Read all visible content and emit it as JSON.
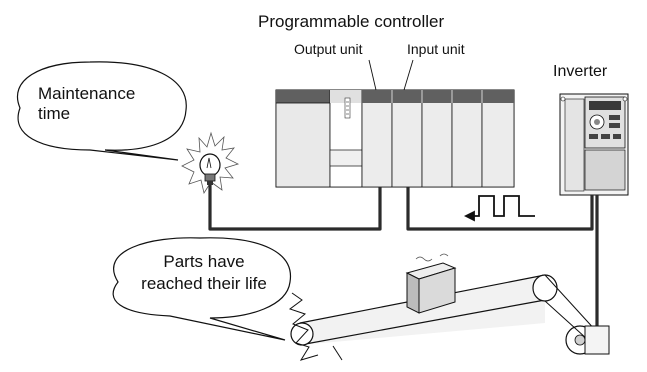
{
  "labels": {
    "plc_title": "Programmable controller",
    "output_unit": "Output unit",
    "input_unit": "Input unit",
    "inverter": "Inverter"
  },
  "bubbles": {
    "maintenance_line1": "Maintenance",
    "maintenance_line2": "time",
    "parts_line1": "Parts have",
    "parts_line2": "reached their life"
  },
  "colors": {
    "line": "#111111",
    "module_header": "#606060",
    "panel_gray": "#e6e6e6",
    "box_gray": "#d9d9d9",
    "cable": "#2b2b2b"
  },
  "icons": [
    "lightbulb-icon",
    "pulse-signal-icon",
    "burst-icon",
    "conveyor-belt-icon",
    "inverter-device-icon"
  ]
}
